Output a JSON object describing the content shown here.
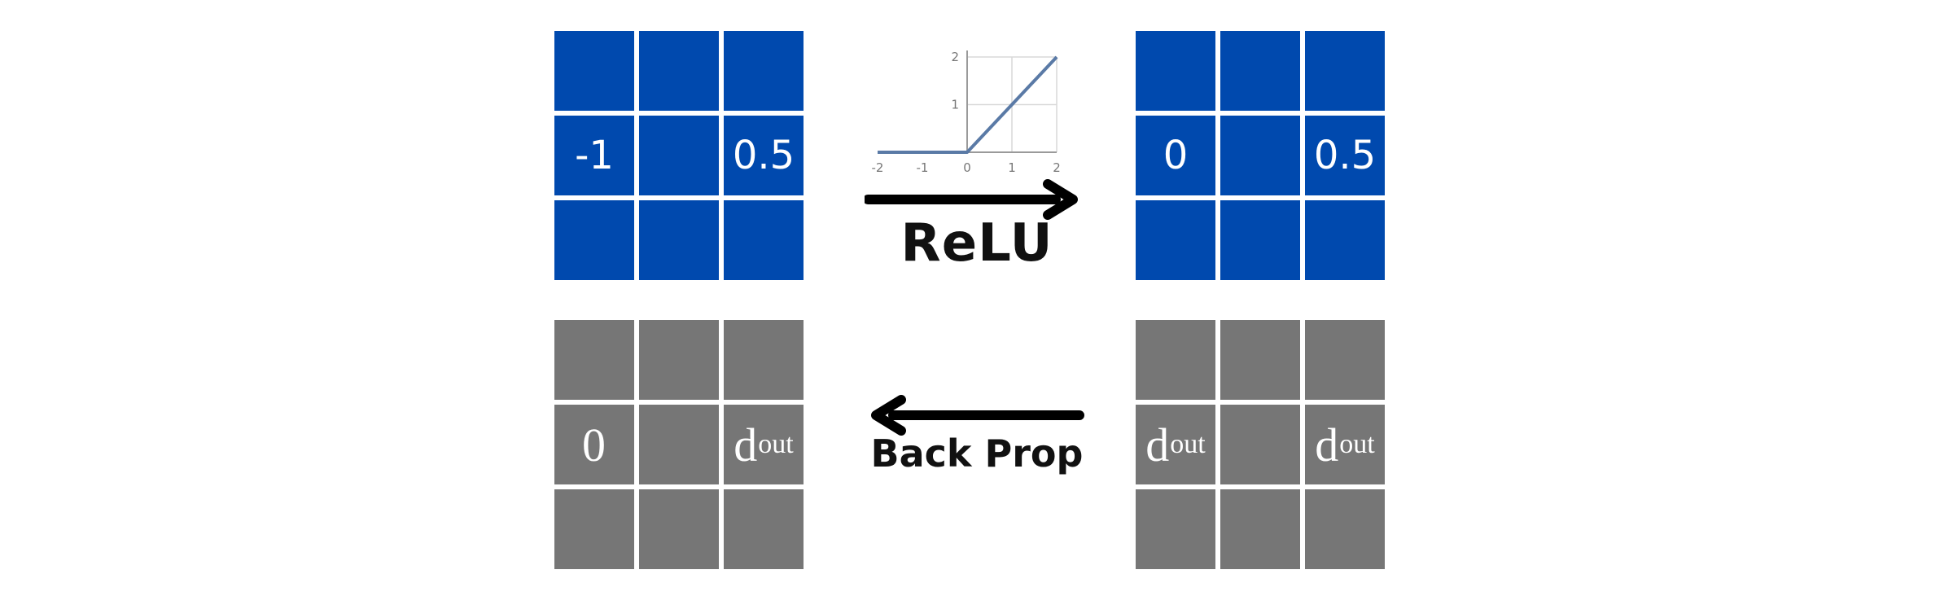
{
  "colors": {
    "forward": "#0049ae",
    "backward": "#767676",
    "curve": "#5a7aa6"
  },
  "relu_label": "ReLU",
  "backprop_label": "Back Prop",
  "input": [
    "",
    "",
    "",
    "-1",
    "",
    "0.5",
    "",
    "",
    ""
  ],
  "output": [
    "",
    "",
    "",
    "0",
    "",
    "0.5",
    "",
    "",
    ""
  ],
  "grad_input": [
    {
      "base": "",
      "sub": ""
    },
    {
      "base": "",
      "sub": ""
    },
    {
      "base": "",
      "sub": ""
    },
    {
      "base": "0",
      "sub": ""
    },
    {
      "base": "",
      "sub": ""
    },
    {
      "base": "d",
      "sub": "out"
    },
    {
      "base": "",
      "sub": ""
    },
    {
      "base": "",
      "sub": ""
    },
    {
      "base": "",
      "sub": ""
    }
  ],
  "grad_output": [
    {
      "base": "",
      "sub": ""
    },
    {
      "base": "",
      "sub": ""
    },
    {
      "base": "",
      "sub": ""
    },
    {
      "base": "d",
      "sub": "out"
    },
    {
      "base": "",
      "sub": ""
    },
    {
      "base": "d",
      "sub": "out"
    },
    {
      "base": "",
      "sub": ""
    },
    {
      "base": "",
      "sub": ""
    },
    {
      "base": "",
      "sub": ""
    }
  ],
  "chart_data": {
    "type": "line",
    "series": [
      {
        "x": [
          -2,
          0,
          2
        ],
        "y": [
          0,
          0,
          2
        ]
      }
    ],
    "x_ticks": [
      "-2",
      "-1",
      "0",
      "1",
      "2"
    ],
    "y_ticks": [
      "1",
      "2"
    ],
    "xlim": [
      -2,
      2
    ],
    "ylim": [
      0,
      2
    ],
    "grid": true
  }
}
